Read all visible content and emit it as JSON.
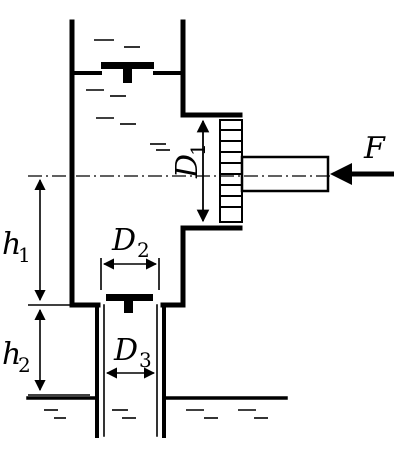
{
  "labels": {
    "force": "F",
    "d1_main": "D",
    "d1_sub": "1",
    "d2_main": "D",
    "d2_sub": "2",
    "d3_main": "D",
    "d3_sub": "3",
    "h1_main": "h",
    "h1_sub": "1",
    "h2_main": "h",
    "h2_sub": "2"
  },
  "colors": {
    "ink": "#000000",
    "background": "#ffffff"
  }
}
